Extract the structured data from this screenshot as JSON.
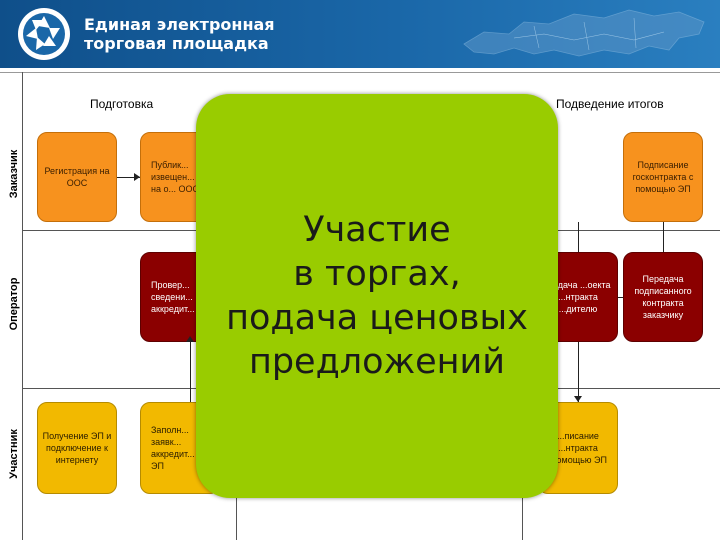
{
  "header": {
    "logo_line1": "Единая электронная",
    "logo_line2": "торговая площадка",
    "logo_icon": "camera-aperture-icon",
    "map_icon": "russia-map-icon",
    "colors": {
      "header_bg": "#1a67a8",
      "text": "#ffffff"
    }
  },
  "diagram": {
    "rows": [
      {
        "key": "customer",
        "label": "Заказчик"
      },
      {
        "key": "operator",
        "label": "Оператор"
      },
      {
        "key": "participant",
        "label": "Участник"
      }
    ],
    "columns": {
      "preparation": "Подготовка",
      "results": "Подведение итогов"
    },
    "boxes": {
      "registration": "Регистрация на ООС",
      "publication": "Публик... извещен... АД на о... ООС",
      "check_accreditation": "Провер... сведени... аккредит...",
      "get_signature": "Получение ЭП и подключение к интернету",
      "fill_application": "Заполн... заявк... аккредит... с ЭП",
      "sign_contract_customer": "Подписание госконтракта с помощью ЭП",
      "transfer_project": "...едача ...оекта ...нтракта ...дителю",
      "transfer_signed": "Передача подписанного контракта заказчику",
      "sign_contract_participant": "...писание ...нтракта ...омощью ЭП"
    },
    "overlay": {
      "line1": "Участие",
      "line2": "в торгах,",
      "line3": "подача ценовых",
      "line4": "предложений"
    },
    "colors": {
      "orange": "#f7921e",
      "dark_red": "#8b0000",
      "yellow": "#f2b900",
      "overlay_green": "#99cc00"
    }
  }
}
